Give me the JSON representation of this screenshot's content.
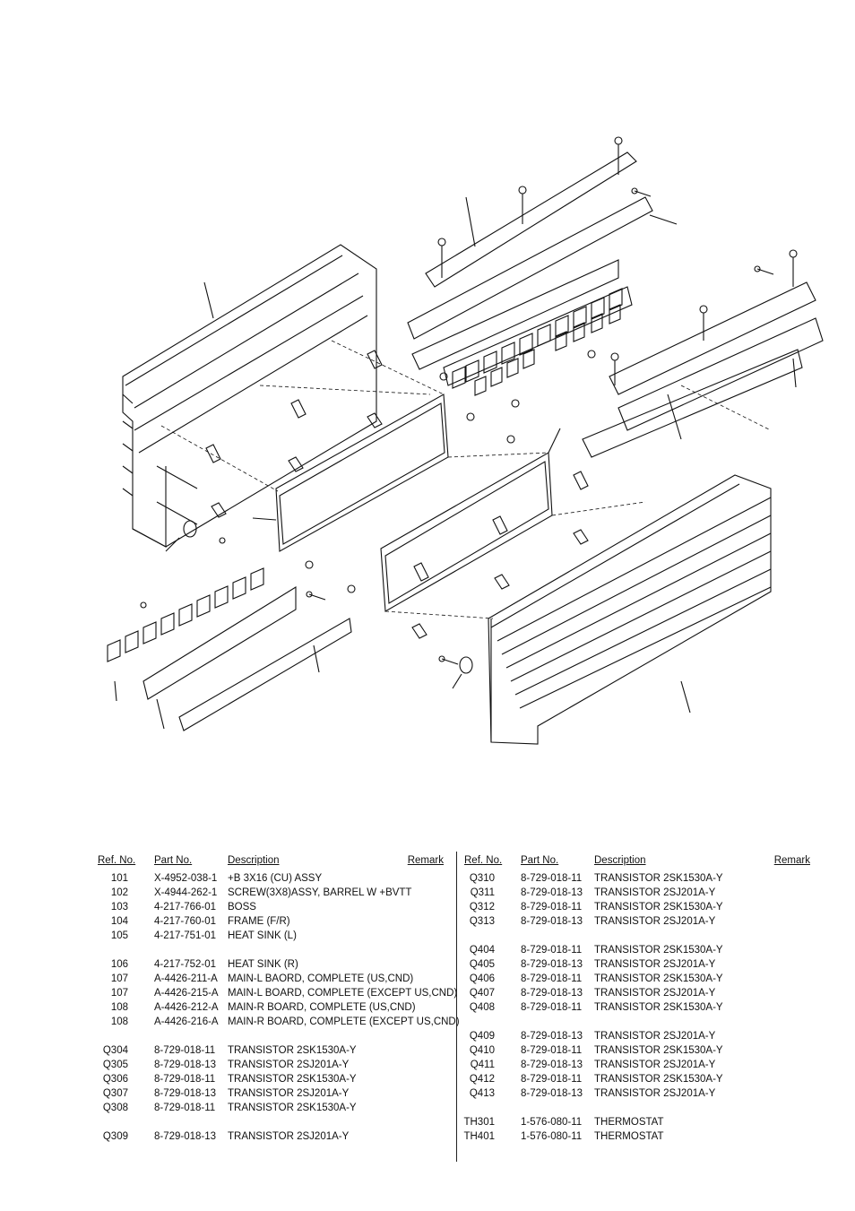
{
  "diagram": {
    "description_icon": "exploded-view-diagram"
  },
  "headers": {
    "ref": "Ref. No.",
    "part": "Part No.",
    "desc": "Description",
    "remark": "Remark"
  },
  "left_rows": [
    {
      "ref": "101",
      "part": "X-4952-038-1",
      "desc": "+B 3X16 (CU) ASSY"
    },
    {
      "ref": "102",
      "part": "X-4944-262-1",
      "desc": "SCREW(3X8)ASSY, BARREL W +BVTT"
    },
    {
      "ref": "103",
      "part": "4-217-766-01",
      "desc": "BOSS"
    },
    {
      "ref": "104",
      "part": "4-217-760-01",
      "desc": "FRAME (F/R)"
    },
    {
      "ref": "105",
      "part": "4-217-751-01",
      "desc": "HEAT SINK (L)"
    },
    {
      "gap": true
    },
    {
      "ref": "106",
      "part": "4-217-752-01",
      "desc": "HEAT SINK (R)"
    },
    {
      "ref": "107",
      "part": "A-4426-211-A",
      "desc": "MAIN-L BAORD, COMPLETE (US,CND)"
    },
    {
      "ref": "107",
      "part": "A-4426-215-A",
      "desc": "MAIN-L BOARD, COMPLETE (EXCEPT US,CND)"
    },
    {
      "ref": "108",
      "part": "A-4426-212-A",
      "desc": "MAIN-R BOARD, COMPLETE (US,CND)"
    },
    {
      "ref": "108",
      "part": "A-4426-216-A",
      "desc": "MAIN-R BOARD, COMPLETE (EXCEPT US,CND)"
    },
    {
      "gap": true
    },
    {
      "ref": "Q304",
      "part": "8-729-018-11",
      "desc": "TRANSISTOR 2SK1530A-Y"
    },
    {
      "ref": "Q305",
      "part": "8-729-018-13",
      "desc": "TRANSISTOR 2SJ201A-Y"
    },
    {
      "ref": "Q306",
      "part": "8-729-018-11",
      "desc": "TRANSISTOR 2SK1530A-Y"
    },
    {
      "ref": "Q307",
      "part": "8-729-018-13",
      "desc": "TRANSISTOR 2SJ201A-Y"
    },
    {
      "ref": "Q308",
      "part": "8-729-018-11",
      "desc": "TRANSISTOR 2SK1530A-Y"
    },
    {
      "gap": true
    },
    {
      "ref": "Q309",
      "part": "8-729-018-13",
      "desc": "TRANSISTOR 2SJ201A-Y"
    }
  ],
  "right_rows": [
    {
      "ref": "Q310",
      "part": "8-729-018-11",
      "desc": "TRANSISTOR 2SK1530A-Y"
    },
    {
      "ref": "Q311",
      "part": "8-729-018-13",
      "desc": "TRANSISTOR 2SJ201A-Y"
    },
    {
      "ref": "Q312",
      "part": "8-729-018-11",
      "desc": "TRANSISTOR 2SK1530A-Y"
    },
    {
      "ref": "Q313",
      "part": "8-729-018-13",
      "desc": "TRANSISTOR 2SJ201A-Y"
    },
    {
      "gap": true
    },
    {
      "ref": "Q404",
      "part": "8-729-018-11",
      "desc": "TRANSISTOR 2SK1530A-Y"
    },
    {
      "ref": "Q405",
      "part": "8-729-018-13",
      "desc": "TRANSISTOR 2SJ201A-Y"
    },
    {
      "ref": "Q406",
      "part": "8-729-018-11",
      "desc": "TRANSISTOR 2SK1530A-Y"
    },
    {
      "ref": "Q407",
      "part": "8-729-018-13",
      "desc": "TRANSISTOR 2SJ201A-Y"
    },
    {
      "ref": "Q408",
      "part": "8-729-018-11",
      "desc": "TRANSISTOR 2SK1530A-Y"
    },
    {
      "gap": true
    },
    {
      "ref": "Q409",
      "part": "8-729-018-13",
      "desc": "TRANSISTOR 2SJ201A-Y"
    },
    {
      "ref": "Q410",
      "part": "8-729-018-11",
      "desc": "TRANSISTOR 2SK1530A-Y"
    },
    {
      "ref": "Q411",
      "part": "8-729-018-13",
      "desc": "TRANSISTOR 2SJ201A-Y"
    },
    {
      "ref": "Q412",
      "part": "8-729-018-11",
      "desc": "TRANSISTOR 2SK1530A-Y"
    },
    {
      "ref": "Q413",
      "part": "8-729-018-13",
      "desc": "TRANSISTOR 2SJ201A-Y"
    },
    {
      "gap": true
    },
    {
      "ref": "TH301",
      "part": "1-576-080-11",
      "desc": "THERMOSTAT"
    },
    {
      "ref": "TH401",
      "part": "1-576-080-11",
      "desc": "THERMOSTAT"
    }
  ]
}
